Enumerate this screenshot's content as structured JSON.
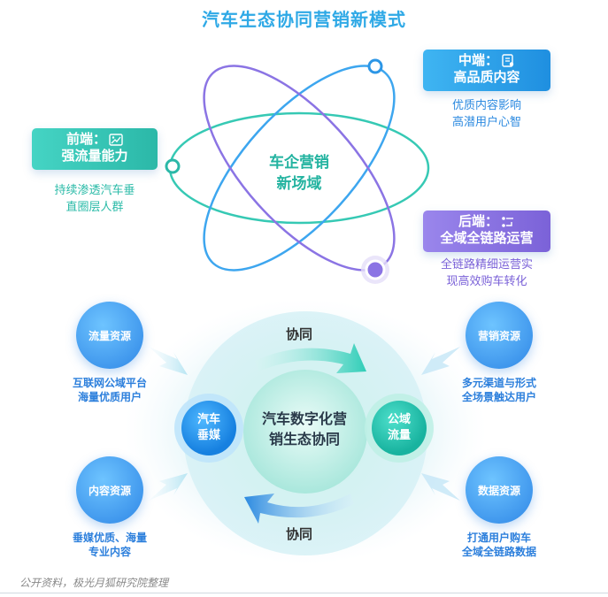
{
  "title": "汽车生态协同营销新模式",
  "core": {
    "line1": "车企营销",
    "line2": "新场域"
  },
  "front": {
    "head": "前端：",
    "main": "强流量能力",
    "desc1": "持续渗透汽车垂",
    "desc2": "直圈层人群",
    "icon": "image-icon"
  },
  "middle": {
    "head": "中端：",
    "main": "高品质内容",
    "desc1": "优质内容影响",
    "desc2": "高潜用户心智",
    "icon": "document-icon"
  },
  "back": {
    "head": "后端：",
    "main": "全域全链路运营",
    "desc1": "全链路精细运营实",
    "desc2": "现高效购车转化",
    "icon": "flow-icon"
  },
  "resources": {
    "traffic": {
      "name": "流量资源",
      "desc1": "互联网公域平台",
      "desc2": "海量优质用户"
    },
    "marketing": {
      "name": "营销资源",
      "desc1": "多元渠道与形式",
      "desc2": "全场景触达用户"
    },
    "content": {
      "name": "内容资源",
      "desc1": "垂媒优质、海量",
      "desc2": "专业内容"
    },
    "data": {
      "name": "数据资源",
      "desc1": "打通用户购车",
      "desc2": "全域全链路数据"
    }
  },
  "ecosystem": {
    "center1": "汽车数字化营",
    "center2": "销生态协同",
    "left1": "汽车",
    "left2": "垂媒",
    "right1": "公域",
    "right2": "流量",
    "top_arrow": "协同",
    "bottom_arrow": "协同"
  },
  "footer": "公开资料，极光月狐研究院整理",
  "colors": {
    "teal": "#2bb8a8",
    "blue": "#2c8ae0",
    "purple": "#7b62d8",
    "title": "#2fa9e6"
  }
}
